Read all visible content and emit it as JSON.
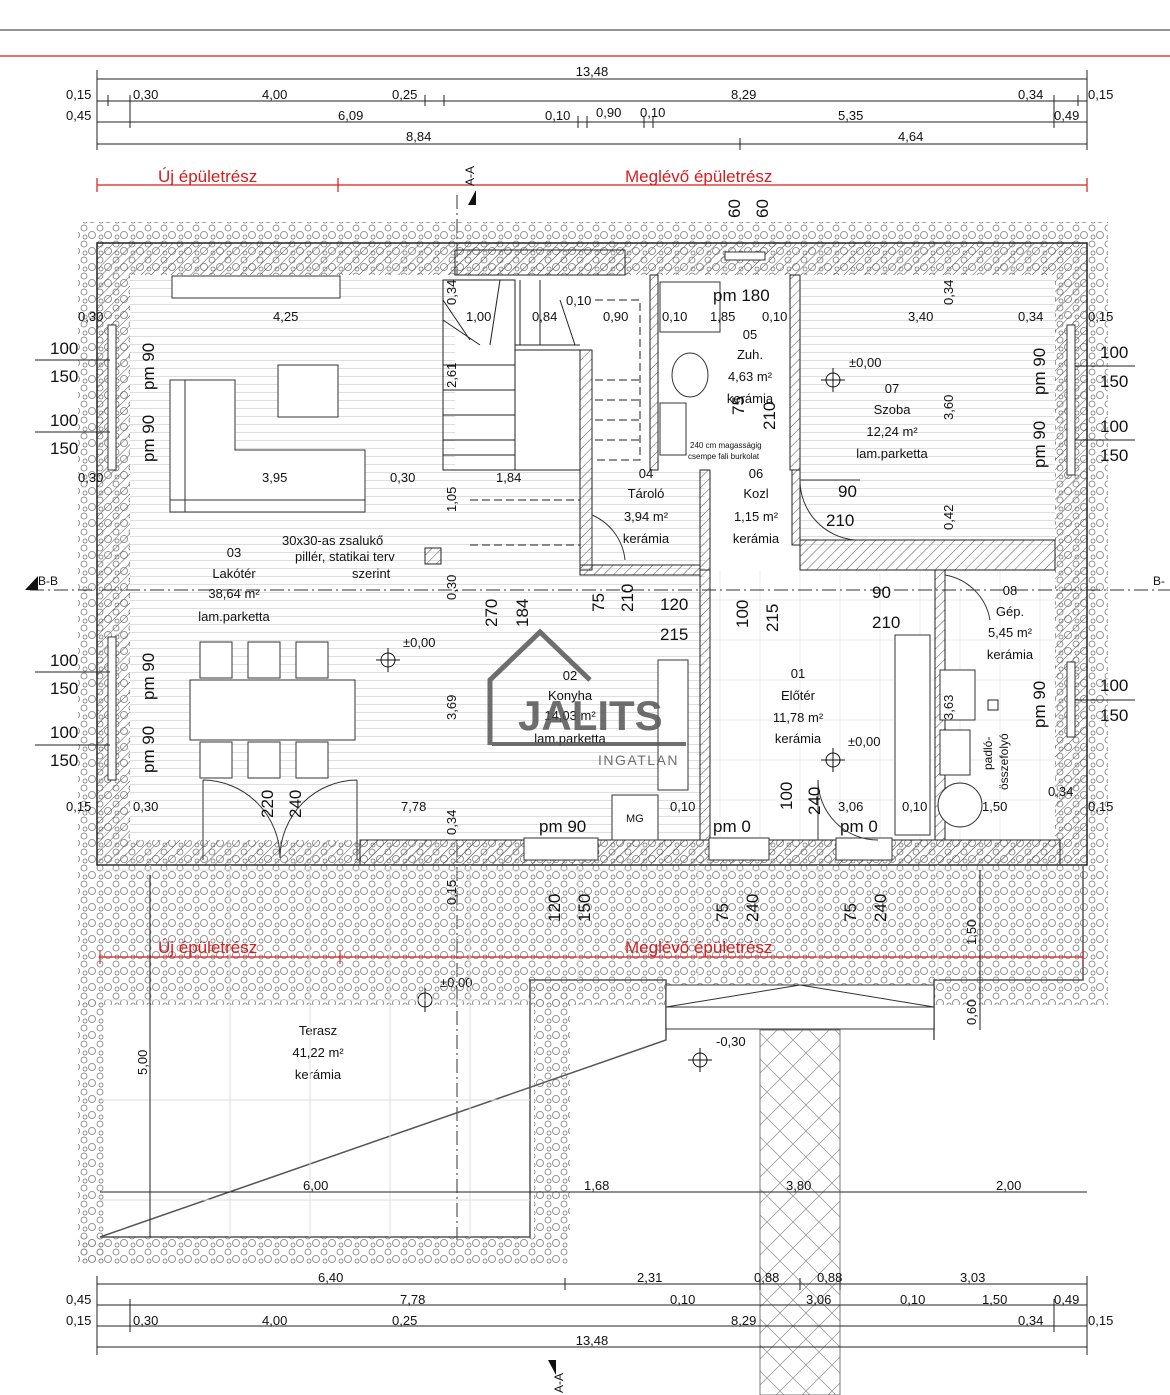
{
  "dims_top": {
    "row1": "13,48",
    "row2": [
      "0,15",
      "0,30",
      "4,00",
      "0,25",
      "8,29",
      "0,34",
      "0,15"
    ],
    "row3": [
      "0,45",
      "6,09",
      "0,10",
      "0,90",
      "0,10",
      "5,35",
      "0,49"
    ],
    "row4": [
      "8,84",
      "4,64"
    ]
  },
  "dims_bottom": {
    "row1": [
      "6,40",
      "2,31",
      "0,88",
      "0,88",
      "3,03"
    ],
    "row2": [
      "0,45",
      "7,78",
      "0,10",
      "3,06",
      "0,10",
      "1,50",
      "0,49"
    ],
    "row3": [
      "0,15",
      "0,30",
      "4,00",
      "0,25",
      "8,29",
      "0,34",
      "0,15"
    ],
    "row4": "13,48"
  },
  "labels": {
    "new_part": "Új épületrész",
    "existing_part": "Meglévő épületrész",
    "section_a": "A-A",
    "section_b": "B-B",
    "section_b2": "B-",
    "pillar": [
      "30x30-as zsalukő",
      "pillér, statikai terv",
      "szerint"
    ],
    "tiles_note": [
      "240 cm magasságig",
      "csempe fali burkolat"
    ],
    "padlo": [
      "padló-",
      "összefolyó"
    ],
    "mg": "MG"
  },
  "rooms": [
    {
      "num": "03",
      "name": "Lakótér",
      "area": "38,64 m²",
      "floor": "lam.parketta"
    },
    {
      "num": "02",
      "name": "Konyha",
      "area": "14,03 m²",
      "floor": "lam.parketta"
    },
    {
      "num": "01",
      "name": "Előtér",
      "area": "11,78 m²",
      "floor": "kerámia"
    },
    {
      "num": "04",
      "name": "Tároló",
      "area": "3,94 m²",
      "floor": "kerámia"
    },
    {
      "num": "05",
      "name": "Zuh.",
      "area": "4,63 m²",
      "floor": "kerámia"
    },
    {
      "num": "06",
      "name": "Kozl",
      "area": "1,15 m²",
      "floor": "kerámia"
    },
    {
      "num": "07",
      "name": "Szoba",
      "area": "12,24 m²",
      "floor": "lam.parketta"
    },
    {
      "num": "08",
      "name": "Gép.",
      "area": "5,45 m²",
      "floor": "kerámia"
    },
    {
      "name": "Terasz",
      "area": "41,22 m²",
      "floor": "kerámia"
    }
  ],
  "levels": {
    "zero": "±0,00",
    "minus": "-0,30"
  },
  "inner_dims": {
    "lakoter_w": "4,25",
    "sofa_w": "3,95",
    "sofa_gap": "0,30",
    "stair": [
      "1,00",
      "0,84",
      "0,10",
      "0,90",
      "0,34",
      "2,61",
      "1,84",
      "1,05",
      "0,30",
      "3,69",
      "0,34",
      "0,15"
    ],
    "zuh": [
      "0,10",
      "1,85",
      "0,10"
    ],
    "szoba": [
      "3,40",
      "0,34",
      "0,15",
      "0,34",
      "3,60",
      "0,42"
    ],
    "bottom_row": [
      "0,15",
      "0,30",
      "7,78",
      "0,10",
      "3,06",
      "0,10",
      "1,50",
      "0,34",
      "0,15"
    ],
    "gep": "3,63",
    "terasz": [
      "6,00",
      "1,68",
      "3,80",
      "2,00",
      "5,00",
      "1,50",
      "0,60"
    ],
    "left": [
      "0,30",
      "0,30"
    ]
  },
  "windows": {
    "pm90": "pm 90",
    "pm180": "pm 180",
    "pm0": "pm 0",
    "w100": "100",
    "w150": "150",
    "w60": "60"
  },
  "doors": [
    "75",
    "210",
    "90",
    "210",
    "270",
    "184",
    "75",
    "210",
    "120",
    "215",
    "100",
    "215",
    "90",
    "210",
    "220",
    "240",
    "100",
    "240",
    "120",
    "150",
    "75",
    "240",
    "75",
    "240"
  ],
  "logo": {
    "brand": "JALITS",
    "sub": "INGATLAN"
  }
}
